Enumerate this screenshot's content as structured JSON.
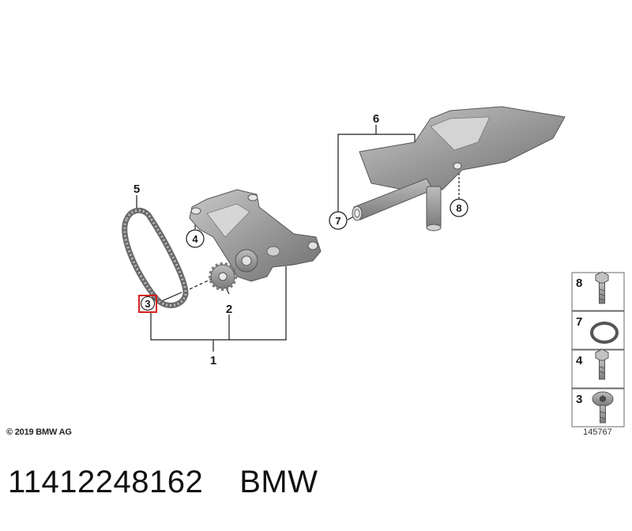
{
  "callouts": {
    "c1": "1",
    "c2": "2",
    "c3": "3",
    "c4": "4",
    "c5": "5",
    "c6": "6",
    "c7": "7",
    "c8": "8"
  },
  "legend": [
    {
      "number": "8",
      "icon": "bolt-icon"
    },
    {
      "number": "7",
      "icon": "o-ring-icon"
    },
    {
      "number": "4",
      "icon": "bolt-icon"
    },
    {
      "number": "3",
      "icon": "torx-screw-icon"
    }
  ],
  "copyright": "© 2019 BMW AG",
  "image_number": "145767",
  "part_number": "11412248162",
  "brand": "BMW",
  "colors": {
    "highlight": "#d62020",
    "part_fill": "#9a9a9a",
    "line": "#1a1a1a"
  }
}
